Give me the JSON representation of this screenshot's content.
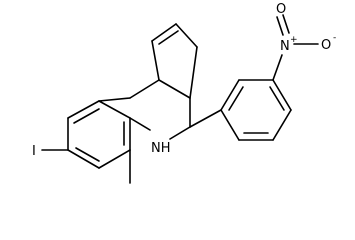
{
  "molecule": {
    "atom_labels": {
      "iodine": "I",
      "amine": "NH",
      "nitro_nitrogen": "N",
      "nitro_n_charge": "+",
      "nitro_oxygen_double": "O",
      "nitro_oxygen_single": "O",
      "nitro_o_charge": "-"
    }
  },
  "colors": {
    "bond": "#000000",
    "background": "#ffffff"
  }
}
